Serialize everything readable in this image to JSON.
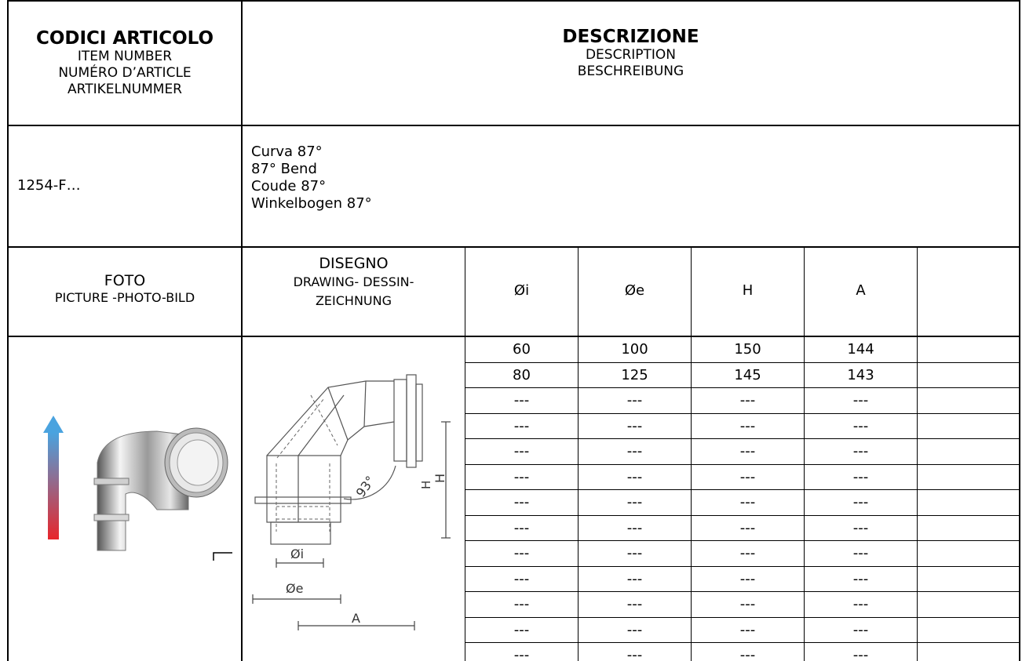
{
  "header": {
    "codes_title": "CODICI ARTICOLO",
    "codes_lines": [
      "ITEM NUMBER",
      "NUMÉRO D’ARTICLE",
      "ARTIKELNUMMER"
    ],
    "desc_title": "DESCRIZIONE",
    "desc_lines": [
      "DESCRIPTION",
      "BESCHREIBUNG"
    ]
  },
  "item": {
    "code": "1254-F…",
    "description": [
      "Curva 87°",
      "87° Bend",
      "Coude 87°",
      "Winkelbogen 87°"
    ]
  },
  "columns": {
    "photo_title": "FOTO",
    "photo_sub": "PICTURE -PHOTO-BILD",
    "drawing_lines": [
      "DISEGNO",
      "DRAWING- DESSIN-",
      "ZEICHNUNG"
    ],
    "dims": [
      "Øi",
      "Øe",
      "H",
      "A",
      ""
    ]
  },
  "rows": [
    [
      "60",
      "100",
      "150",
      "144"
    ],
    [
      "80",
      "125",
      "145",
      "143"
    ],
    [
      "---",
      "---",
      "---",
      "---"
    ],
    [
      "---",
      "---",
      "---",
      "---"
    ],
    [
      "---",
      "---",
      "---",
      "---"
    ],
    [
      "---",
      "---",
      "---",
      "---"
    ],
    [
      "---",
      "---",
      "---",
      "---"
    ],
    [
      "---",
      "---",
      "---",
      "---"
    ],
    [
      "---",
      "---",
      "---",
      "---"
    ],
    [
      "---",
      "---",
      "---",
      "---"
    ],
    [
      "---",
      "---",
      "---",
      "---"
    ],
    [
      "---",
      "---",
      "---",
      "---"
    ],
    [
      "---",
      "---",
      "---",
      "---"
    ]
  ],
  "drawing": {
    "angle_label": "93°",
    "h_label": "H",
    "h_small_label": "H",
    "oi_label": "Øi",
    "oe_label": "Øe",
    "a_label": "A"
  },
  "colors": {
    "arrow_top": "#4aa3df",
    "arrow_bottom": "#e8262b"
  }
}
